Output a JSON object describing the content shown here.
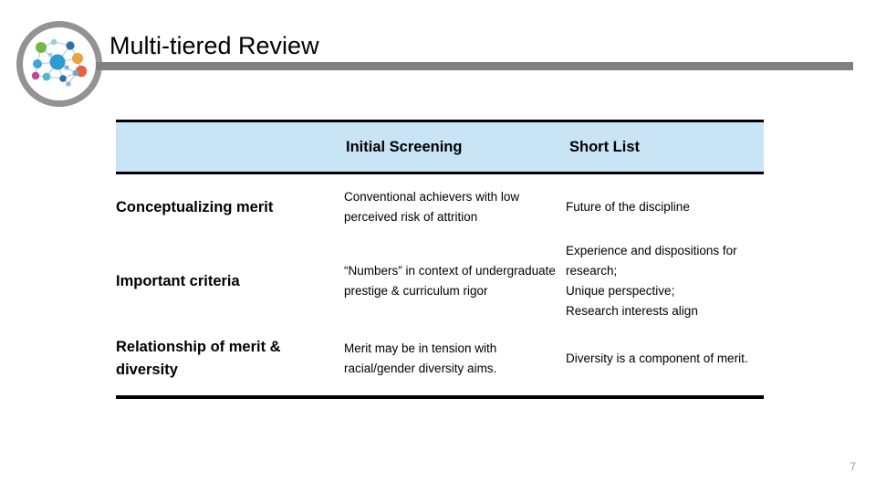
{
  "slide": {
    "title": "Multi-tiered Review",
    "page_number": "7",
    "logo_name": "network-nodes-logo",
    "accent_rule_color": "#808080",
    "header_fill_color": "#c9e4f5",
    "border_color": "#000000",
    "page_number_color": "#9a9a9a"
  },
  "table": {
    "headers": {
      "corner": "",
      "col1": "Initial Screening",
      "col2": "Short List"
    },
    "rows": [
      {
        "label": "Conceptualizing  merit",
        "initial_screening": "Conventional achievers with low perceived risk of attrition",
        "short_list": "Future of the discipline"
      },
      {
        "label": "Important criteria",
        "initial_screening": "“Numbers” in context of undergraduate prestige & curriculum rigor",
        "short_list": "Experience and dispositions for research;\nUnique perspective;\nResearch interests align"
      },
      {
        "label": "Relationship of merit & diversity",
        "initial_screening": "Merit may be in tension with racial/gender diversity aims.",
        "short_list": "Diversity is a component of merit."
      }
    ]
  }
}
